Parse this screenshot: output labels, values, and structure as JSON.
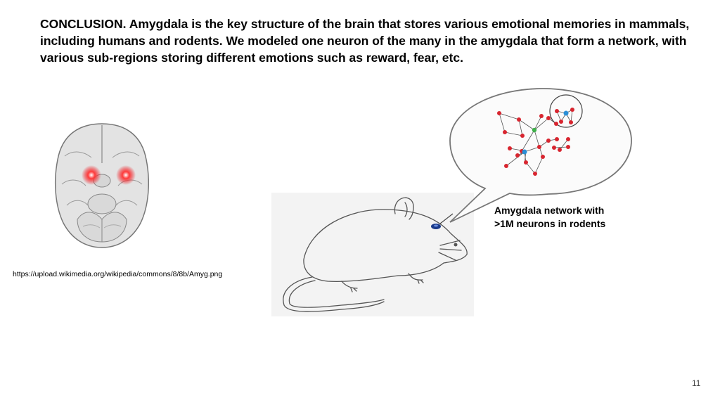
{
  "slide": {
    "conclusion_text": "CONCLUSION. Amygdala is the key structure of the brain that stores various emotional memories in mammals, including humans and rodents. We modeled one neuron of the many in the amygdala that form a network, with various sub-regions storing different emotions such as reward, fear, etc.",
    "brain_image_url": "https://upload.wikimedia.org/wikipedia/commons/8/8b/Amyg.png",
    "bubble_label_lines": [
      "Amygdala network with",
      ">1M neurons in rodents"
    ],
    "page_number": "11"
  },
  "colors": {
    "amygdala_highlight": "#e8141e",
    "neuron_red": "#d8252f",
    "neuron_blue": "#2a8fd6",
    "neuron_green": "#3fb04a",
    "rat_eye": "#1a3a8a"
  },
  "icons": [
    "brain-image",
    "rat-illustration",
    "neuron-network-diagram"
  ]
}
